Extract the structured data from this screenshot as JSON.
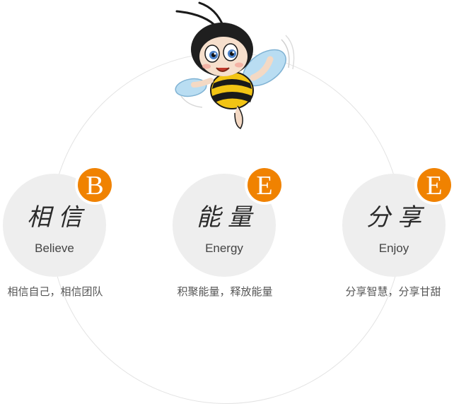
{
  "values": [
    {
      "cn": "相信",
      "en": "Believe",
      "letter": "B",
      "caption": "相信自己，相信团队"
    },
    {
      "cn": "能量",
      "en": "Energy",
      "letter": "E",
      "caption": "积聚能量，释放能量"
    },
    {
      "cn": "分享",
      "en": "Enjoy",
      "letter": "E",
      "caption": "分享智慧，分享甘甜"
    }
  ],
  "colors": {
    "accent": "#f08200",
    "disc": "#eeeeee",
    "ring": "#e3e3e3",
    "bee_yellow": "#f2c414",
    "bee_wing": "#b9ddf2"
  },
  "icons": {
    "mascot": "bee-mascot-icon"
  }
}
